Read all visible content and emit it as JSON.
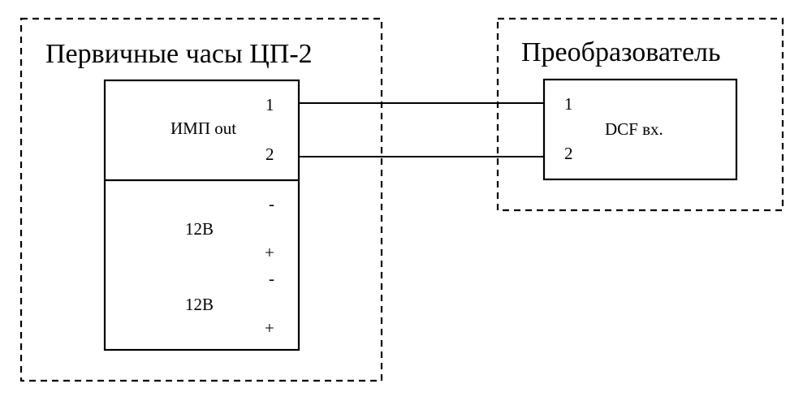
{
  "left_block": {
    "title": "Первичные часы ЦП-2",
    "upper_section": {
      "label": "ИМП out",
      "pin1": "1",
      "pin2": "2"
    },
    "supply_1": {
      "label": "12В",
      "minus": "-",
      "plus": "+"
    },
    "supply_2": {
      "label": "12В",
      "minus": "-",
      "plus": "+"
    }
  },
  "right_block": {
    "title": "Преобразователь",
    "module": {
      "label": "DCF вх.",
      "pin1": "1",
      "pin2": "2"
    }
  },
  "connections": [
    {
      "from": "ИМП out 1",
      "to": "DCF вх. 1"
    },
    {
      "from": "ИМП out 2",
      "to": "DCF вх. 2"
    }
  ]
}
